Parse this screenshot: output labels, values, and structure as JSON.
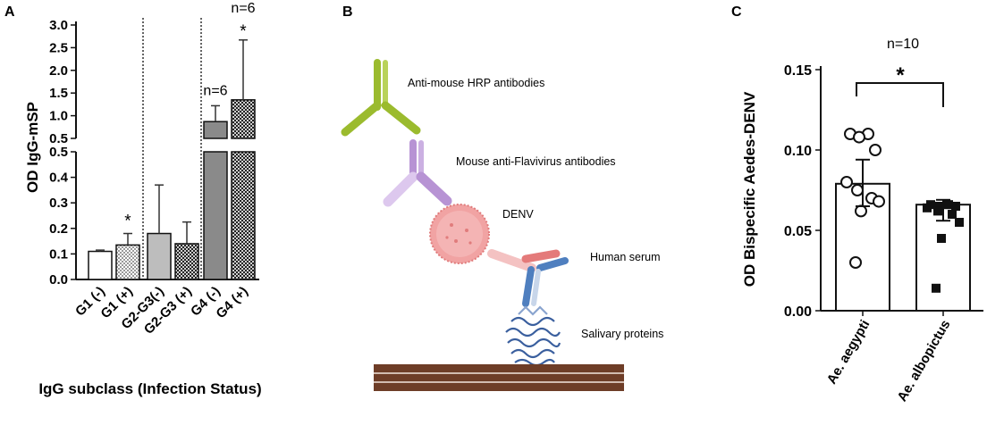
{
  "panel_labels": {
    "a": "A",
    "b": "B",
    "c": "C"
  },
  "colors": {
    "antibody_green": "#9bbb2e",
    "antibody_purple": "#b793d4",
    "virus_pink": "#f1a3a3",
    "serum_red": "#e47a7a",
    "serum_blue": "#4f7fbf",
    "protein_blue": "#3a5f9e",
    "plate_brown": "#6e3d27"
  },
  "chart_data": [
    {
      "type": "bar",
      "panel": "A",
      "ylabel": "OD IgG-mSP",
      "xlabel": "IgG subclass (Infection Status)",
      "categories": [
        "G1 (-)",
        "G1 (+)",
        "G2-G3(-)",
        "G2-G3 (+)",
        "G4 (-)",
        "G4 (+)"
      ],
      "values": [
        0.11,
        0.135,
        0.18,
        0.14,
        0.87,
        1.35
      ],
      "error_upper": [
        0.115,
        0.18,
        0.37,
        0.225,
        1.22,
        2.67
      ],
      "fill_styles": [
        "white",
        "checker-light",
        "lightgray",
        "checker-dark",
        "gray",
        "checker-dark"
      ],
      "y_axis_broken": true,
      "ylim_lower": [
        0,
        0.5
      ],
      "ylim_upper": [
        0.5,
        3.0
      ],
      "yticks_lower": [
        "0.0",
        "0.1",
        "0.2",
        "0.3",
        "0.4",
        "0.5"
      ],
      "yticks_upper": [
        "0.5",
        "1.0",
        "1.5",
        "2.0",
        "2.5",
        "3.0"
      ],
      "annotations": [
        {
          "category": "G1 (+)",
          "text": "*"
        },
        {
          "category": "G4 (-)",
          "text": "n=6"
        },
        {
          "category": "G4 (+)",
          "text": "n=6"
        },
        {
          "category": "G4 (+)",
          "text": "*"
        }
      ]
    },
    {
      "type": "bar",
      "panel": "C",
      "ylabel": "OD Bispecific Aedes-DENV",
      "categories": [
        "Ae. aegypti",
        "Ae. albopictus"
      ],
      "values": [
        0.079,
        0.066
      ],
      "error_low": [
        0.065,
        0.056
      ],
      "error_high": [
        0.094,
        0.069
      ],
      "ylim": [
        0,
        0.15
      ],
      "yticks": [
        "0.00",
        "0.05",
        "0.10",
        "0.15"
      ],
      "points": [
        {
          "category": "Ae. aegypti",
          "marker": "circle",
          "values": [
            0.11,
            0.11,
            0.108,
            0.1,
            0.08,
            0.075,
            0.07,
            0.068,
            0.062,
            0.03
          ]
        },
        {
          "category": "Ae. albopictus",
          "marker": "square",
          "values": [
            0.066,
            0.066,
            0.065,
            0.065,
            0.064,
            0.062,
            0.06,
            0.055,
            0.045,
            0.014
          ]
        }
      ],
      "annotations": [
        {
          "text": "n=10"
        },
        {
          "text": "*"
        }
      ]
    }
  ],
  "diagram": {
    "labels": [
      "Anti-mouse HRP antibodies",
      "Mouse anti-Flavivirus antibodies",
      "DENV",
      "Human serum",
      "Salivary proteins"
    ]
  }
}
